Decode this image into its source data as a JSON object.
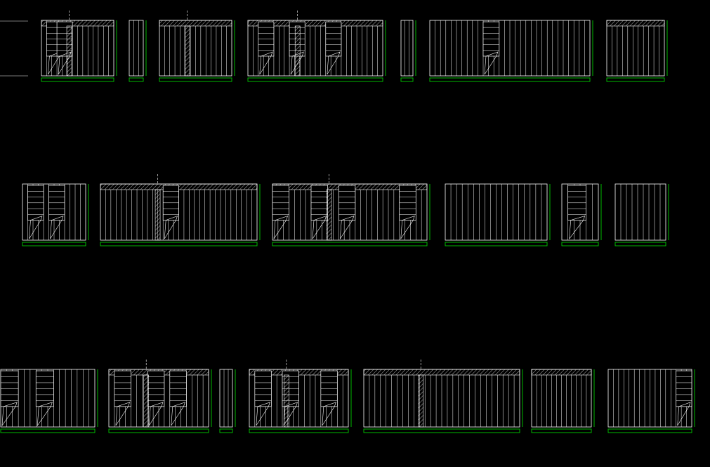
{
  "drawing": {
    "background": "#000000",
    "line_color": "#ffffff",
    "dimension_color": "#00cc00",
    "level_marker_color": "#9f9f9f",
    "level_labels": [
      "",
      ""
    ],
    "rows": [
      {
        "id": "row-1",
        "elevations": [
          {
            "label": "",
            "panels": 14,
            "cabinets": [
              1,
              3
            ],
            "hatch": true,
            "door": true
          },
          {
            "label": "",
            "panels": 3,
            "cabinets": [],
            "hatch": false,
            "door": false
          },
          {
            "label": "",
            "panels": 14,
            "cabinets": [],
            "hatch": true,
            "door": true
          },
          {
            "label": "",
            "panels": 26,
            "cabinets": [
              2,
              8,
              15
            ],
            "hatch": true,
            "door": true
          },
          {
            "label": "",
            "panels": 3,
            "cabinets": [],
            "hatch": false,
            "door": false
          },
          {
            "label": "",
            "panels": 30,
            "cabinets": [
              10
            ],
            "hatch": false,
            "door": false
          },
          {
            "label": "",
            "panels": 11,
            "cabinets": [],
            "hatch": true,
            "door": false
          }
        ]
      },
      {
        "id": "row-2",
        "elevations": [
          {
            "label": "",
            "panels": 12,
            "cabinets": [
              1,
              5
            ],
            "hatch": false,
            "door": false
          },
          {
            "label": "",
            "panels": 30,
            "cabinets": [
              12
            ],
            "hatch": true,
            "door": true
          },
          {
            "label": "",
            "panels": 28,
            "cabinets": [
              0,
              7,
              12,
              23
            ],
            "hatch": true,
            "door": true
          },
          {
            "label": "",
            "panels": 18,
            "cabinets": [],
            "hatch": false,
            "door": false
          },
          {
            "label": "",
            "panels": 6,
            "cabinets": [
              1
            ],
            "hatch": false,
            "door": false
          },
          {
            "label": "",
            "panels": 9,
            "cabinets": [],
            "hatch": false,
            "door": false
          }
        ]
      },
      {
        "id": "row-3",
        "elevations": [
          {
            "label": "",
            "panels": 16,
            "cabinets": [
              0,
              6
            ],
            "hatch": false,
            "door": false
          },
          {
            "label": "",
            "panels": 18,
            "cabinets": [
              1,
              7,
              11
            ],
            "hatch": true,
            "door": true
          },
          {
            "label": "",
            "panels": 3,
            "cabinets": [],
            "hatch": false,
            "door": false
          },
          {
            "label": "",
            "panels": 18,
            "cabinets": [
              1,
              6,
              13
            ],
            "hatch": true,
            "door": true
          },
          {
            "label": "",
            "panels": 28,
            "cabinets": [],
            "hatch": true,
            "door": true
          },
          {
            "label": "",
            "panels": 12,
            "cabinets": [],
            "hatch": true,
            "door": false
          },
          {
            "label": "",
            "panels": 16,
            "cabinets": [
              13
            ],
            "hatch": false,
            "door": false
          }
        ]
      }
    ]
  }
}
